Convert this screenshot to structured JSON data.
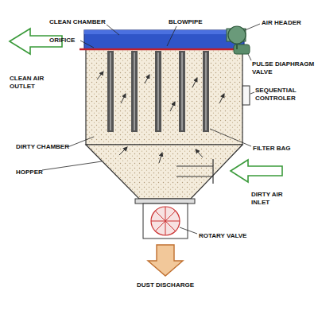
{
  "diagram": {
    "labels": [
      "CLEAN CHAMBER",
      "ORIFICE",
      "BLOWPIPE",
      "AIR HEADER",
      "CLEAN AIR OUTLET",
      "PULSE DIAPHRAGM VALVE",
      "SEQUENTIAL CONTROLER",
      "DIRTY CHAMBER",
      "FILTER BAG",
      "HOPPER",
      "DIRTY AIR INLET",
      "ROTARY VALVE",
      "DUST DISCHARGE"
    ]
  }
}
